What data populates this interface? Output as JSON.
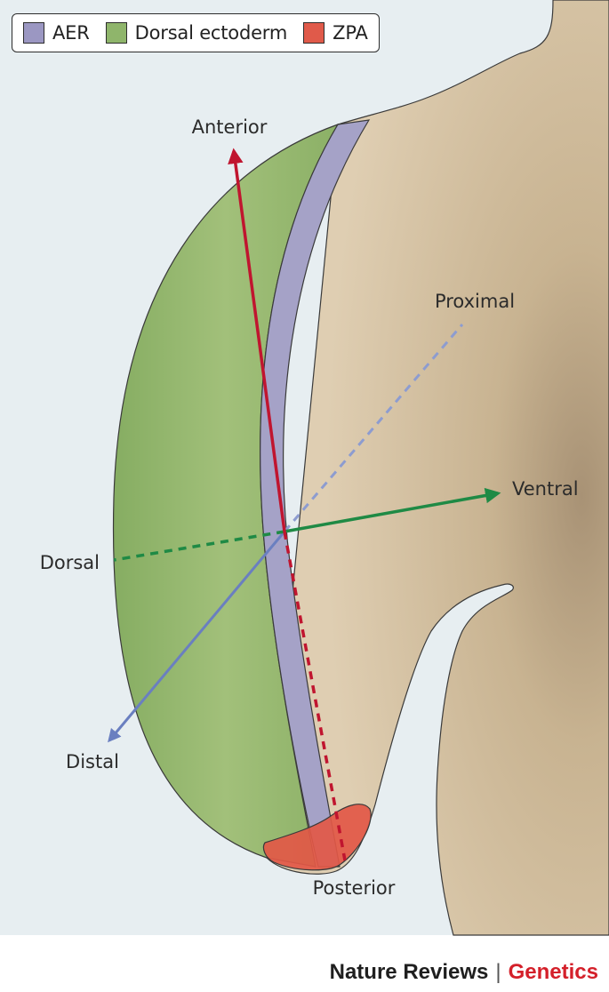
{
  "legend": {
    "items": [
      {
        "label": "AER",
        "color": "#9b97c2"
      },
      {
        "label": "Dorsal ectoderm",
        "color": "#8fb56b"
      },
      {
        "label": "ZPA",
        "color": "#e05a4a"
      }
    ]
  },
  "axes": {
    "anterior": "Anterior",
    "posterior": "Posterior",
    "proximal": "Proximal",
    "distal": "Distal",
    "dorsal": "Dorsal",
    "ventral": "Ventral"
  },
  "colors": {
    "background": "#e7eef1",
    "tissue": "#d9c7a8",
    "anterior_posterior_axis": "#c0152f",
    "dorsal_ventral_axis": "#1f8a45",
    "proximal_distal_axis": "#6a7fc0"
  },
  "footer": {
    "journal": "Nature Reviews",
    "separator": "|",
    "section": "Genetics"
  }
}
